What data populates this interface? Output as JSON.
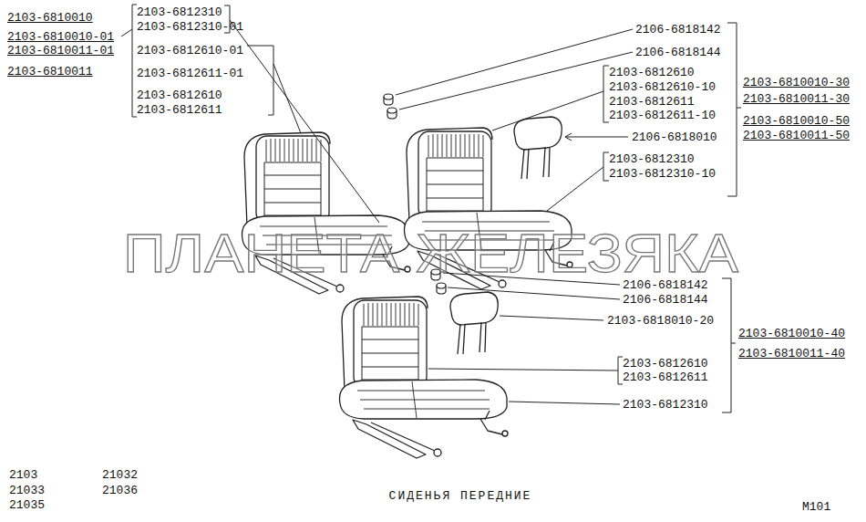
{
  "diagram": {
    "caption": "СИДЕНЬЯ ПЕРЕДНИЕ",
    "labels": [
      "2103-6810010",
      "2103-6810010-01",
      "2103-6810011-01",
      "2103-6810011",
      "2103-6812310",
      "2103-6812310-01",
      "2103-6812610-01",
      "2103-6812611-01",
      "2103-6812610",
      "2103-6812611",
      "2106-6818142",
      "2106-6818144",
      "2103-6812610",
      "2103-6812610-10",
      "2103-6812611",
      "2103-6812611-10",
      "2103-6810010-30",
      "2103-6810011-30",
      "2103-6810010-50",
      "2103-6810011-50",
      "2106-6818010",
      "2103-6812310",
      "2103-6812310-10",
      "ПЛАНЕТА ЖЕЛЕЗЯКА",
      "2106-6818142",
      "2106-6818144",
      "2103-6818010-20",
      "2103-6810010-40",
      "2103-6810011-40",
      "2103-6812610",
      "2103-6812611",
      "2103-6812310",
      "2103",
      "21032",
      "21033",
      "21035",
      "21036",
      "М101"
    ]
  }
}
